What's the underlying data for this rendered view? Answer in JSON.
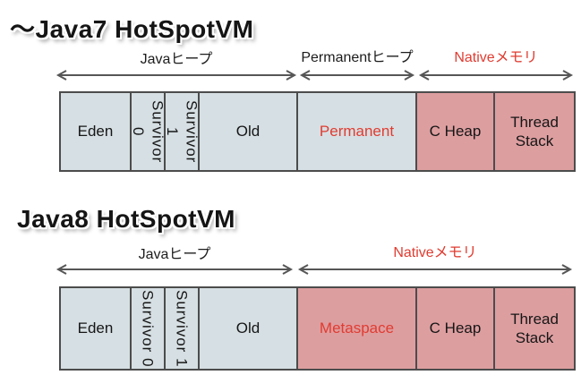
{
  "colors": {
    "title": "#151515",
    "red_text": "#e03c31",
    "heap_fill": "#d6dfe3",
    "native_fill": "#dd9ea0",
    "box_border": "#4c4c4c",
    "arrow": "#565656"
  },
  "java7": {
    "title": "～Java7 HotSpotVM",
    "arrows": {
      "java_heap": "Javaヒープ",
      "permanent_heap": "Permanentヒープ",
      "native_memory": "Nativeメモリ"
    },
    "boxes": {
      "eden": "Eden",
      "survivor0": "Survivor 0",
      "survivor1": "Survivor 1",
      "old": "Old",
      "permanent": "Permanent",
      "c_heap": "C Heap",
      "thread_stack": "Thread Stack"
    }
  },
  "java8": {
    "title": "Java8 HotSpotVM",
    "arrows": {
      "java_heap": "Javaヒープ",
      "native_memory": "Nativeメモリ"
    },
    "boxes": {
      "eden": "Eden",
      "survivor0": "Survivor 0",
      "survivor1": "Survivor 1",
      "old": "Old",
      "metaspace": "Metaspace",
      "c_heap": "C Heap",
      "thread_stack": "Thread Stack"
    }
  }
}
